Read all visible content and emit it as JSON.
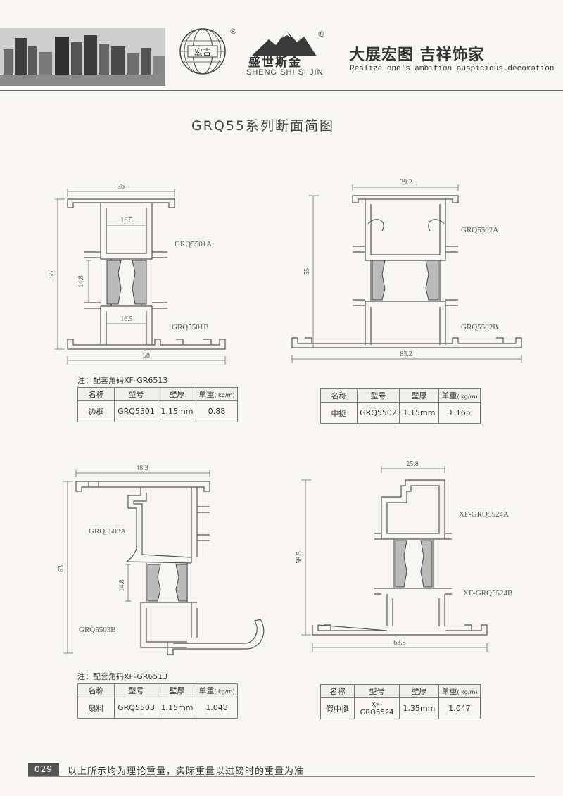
{
  "header": {
    "globe_text": "宏吉",
    "registered_mark": "®",
    "brand_cn": "盛世斯金",
    "brand_pinyin": "SHENG SHI SI JIN",
    "slogan_cn": "大展宏图  吉祥饰家",
    "slogan_en": "Realize one's ambition auspicious decoration"
  },
  "title": "GRQ55系列断面简图",
  "profiles": [
    {
      "dims": {
        "width_top": "36",
        "inner_a": "16.5",
        "inner_b": "16.5",
        "height": "55",
        "strip": "14.8",
        "width_bottom": "58"
      },
      "codes": [
        "GRQ5501A",
        "GRQ5501B"
      ]
    },
    {
      "dims": {
        "width_top": "39.2",
        "height": "55",
        "width_bottom": "83.2"
      },
      "codes": [
        "GRQ5502A",
        "GRQ5502B"
      ]
    },
    {
      "dims": {
        "width_top": "48.3",
        "height": "63",
        "strip": "14.8"
      },
      "codes": [
        "GRQ5503A",
        "GRQ5503B"
      ]
    },
    {
      "dims": {
        "width_top": "25.8",
        "height": "58.5",
        "width_bottom": "63.5"
      },
      "codes": [
        "XF-GRQ5524A",
        "XF-GRQ5524B"
      ]
    }
  ],
  "notes": {
    "corner_1": "注：配套角码XF-GR6513",
    "corner_2": "注：配套角码XF-GR6513"
  },
  "table_headers": {
    "name": "名称",
    "model": "型号",
    "thickness": "壁厚",
    "weight": "单重",
    "weight_unit": "( kg/m)"
  },
  "tables": [
    {
      "name": "边框",
      "model": "GRQ5501",
      "thickness": "1.15mm",
      "weight": "0.88"
    },
    {
      "name": "中挺",
      "model": "GRQ5502",
      "thickness": "1.15mm",
      "weight": "1.165"
    },
    {
      "name": "扇料",
      "model": "GRQ5503",
      "thickness": "1.15mm",
      "weight": "1.048"
    },
    {
      "name": "假中挺",
      "model": "XF-GRQ5524",
      "thickness": "1.35mm",
      "weight": "1.047"
    }
  ],
  "footer": {
    "page_number": "029",
    "text": "以上所示均为理论重量，实际重量以过磅时的重量为准"
  }
}
